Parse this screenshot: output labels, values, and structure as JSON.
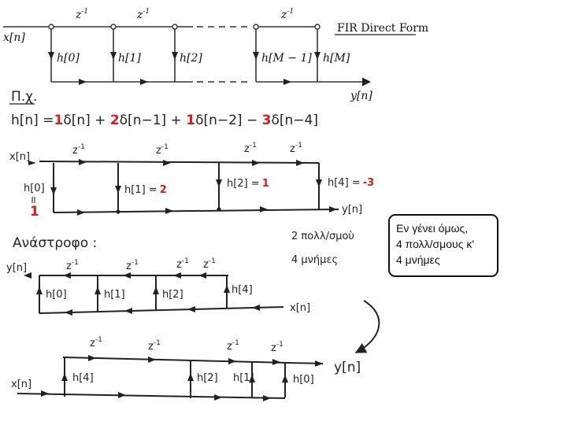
{
  "fir": {
    "title": "FIR Direct Form",
    "input": "x[n]",
    "output": "y[n]",
    "delay": "z",
    "delay_exp": "-1",
    "taps": [
      "h[0]",
      "h[1]",
      "h[2]",
      "h[M − 1]",
      "h[M]"
    ]
  },
  "example": {
    "label": "Π.χ.",
    "eq_prefix": "h[n] =",
    "c1": "1",
    "t1": "δ[n] +",
    "c2": "2",
    "t2": "δ[n−1] +",
    "c3": "1",
    "t3": "δ[n−2] −",
    "c4": "3",
    "t4": "δ[n−4]"
  },
  "diagram1": {
    "input": "x[n]",
    "output": "y[n]",
    "delay": "z",
    "delay_exp": "-1",
    "h0": "h[0]",
    "h0_eq": "॥",
    "h0_val": "1",
    "h1": "h[1] =",
    "h1_val": "2",
    "h2": "h[2] =",
    "h2_val": "1",
    "h4": "h[4] =",
    "h4_val": "-3"
  },
  "notes": {
    "mult": "2 πολλ/σμοὺ",
    "mem": "4 μνήμες"
  },
  "transpose": {
    "label": "Ανάστροφο :",
    "output": "y[n]",
    "input": "x[n]",
    "delay": "z",
    "delay_exp": "-1",
    "taps": [
      "h[0]",
      "h[1]",
      "h[2]",
      "h[4]"
    ]
  },
  "diagram3": {
    "input": "x[n]",
    "output": "y[n]",
    "delay": "z",
    "delay_exp": "-1",
    "taps": [
      "h[4]",
      "h[2]",
      "h[1]",
      "h[0]"
    ]
  },
  "note_box": {
    "line1": "Εν γένει όμως,",
    "line2": "4 πολλ/σμους κ'",
    "line3": "4 μνήμες"
  }
}
